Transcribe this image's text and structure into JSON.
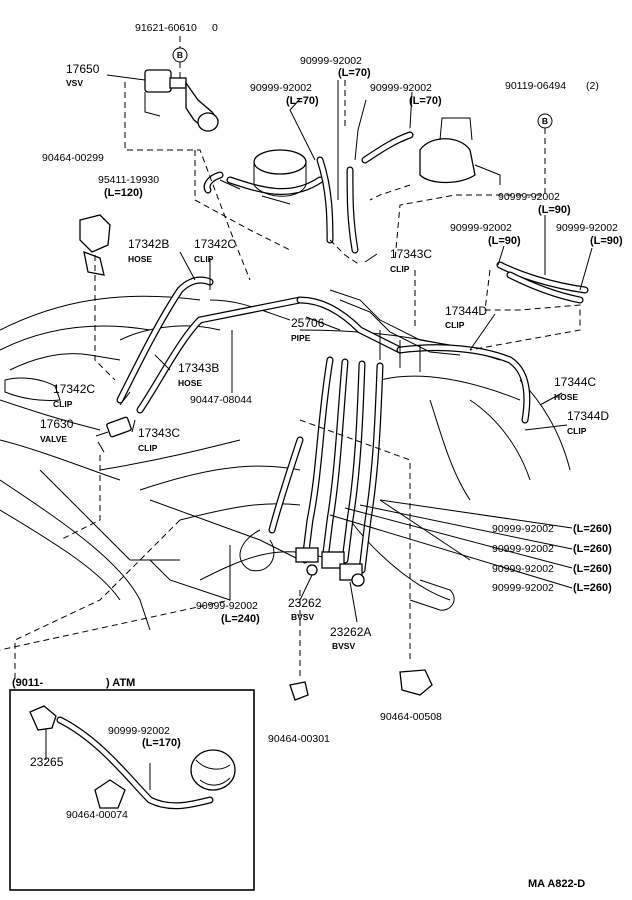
{
  "labels": {
    "p91621": "91621-60610",
    "p91621_qty": "0",
    "p17650": "17650",
    "p17650_name": "VSV",
    "p90464_00299": "90464-00299",
    "p95411": "95411-19930",
    "p95411_len": "(L=120)",
    "p90999_a": "90999-92002",
    "p90999_a_len": "(L=70)",
    "p90999_b": "90999-92002",
    "p90999_b_len": "(L=70)",
    "p90999_c": "90999-92002",
    "p90999_c_len": "(L=70)",
    "p90119": "90119-06494",
    "p90119_qty": "(2)",
    "p90999_d": "90999-92002",
    "p90999_d_len": "(L=90)",
    "p90999_e": "90999-92002",
    "p90999_e_len": "(L=90)",
    "p90999_f": "90999-92002",
    "p90999_f_len": "(L=90)",
    "p17342B": "17342B",
    "p17342B_name": "HOSE",
    "p17342C_top": "17342C",
    "p17342C_top_name": "CLIP",
    "p17343C_top": "17343C",
    "p17343C_top_name": "CLIP",
    "p25706": "25706",
    "p25706_name": "PIPE",
    "p17344D_top": "17344D",
    "p17344D_top_name": "CLIP",
    "p17343B": "17343B",
    "p17343B_name": "HOSE",
    "p17342C_left": "17342C",
    "p17342C_left_name": "CLIP",
    "p17630": "17630",
    "p17630_name": "VALVE",
    "p90447": "90447-08044",
    "p17343C_left": "17343C",
    "p17343C_left_name": "CLIP",
    "p17344C": "17344C",
    "p17344C_name": "HOSE",
    "p17344D_right": "17344D",
    "p17344D_right_name": "CLIP",
    "p90999_g": "90999-92002",
    "p90999_g_len": "(L=260)",
    "p90999_h": "90999-92002",
    "p90999_h_len": "(L=260)",
    "p90999_i": "90999-92002",
    "p90999_i_len": "(L=260)",
    "p90999_j": "90999-92002",
    "p90999_j_len": "(L=260)",
    "p23262": "23262",
    "p23262_name": "BVSV",
    "p23262A": "23262A",
    "p23262A_name": "BVSV",
    "p90999_k": "90999-92002",
    "p90999_k_len": "(L=240)",
    "p90464_00301": "90464-00301",
    "p90464_00508": "90464-00508",
    "inset_title": "(9011-",
    "inset_title2": ") ATM",
    "p90999_l": "90999-92002",
    "p90999_l_len": "(L=170)",
    "p23265": "23265",
    "p90464_00074": "90464-00074",
    "callout_b": "B",
    "footer_code": "MA A822-D"
  },
  "colors": {
    "ink": "#000000",
    "paper": "#ffffff"
  }
}
